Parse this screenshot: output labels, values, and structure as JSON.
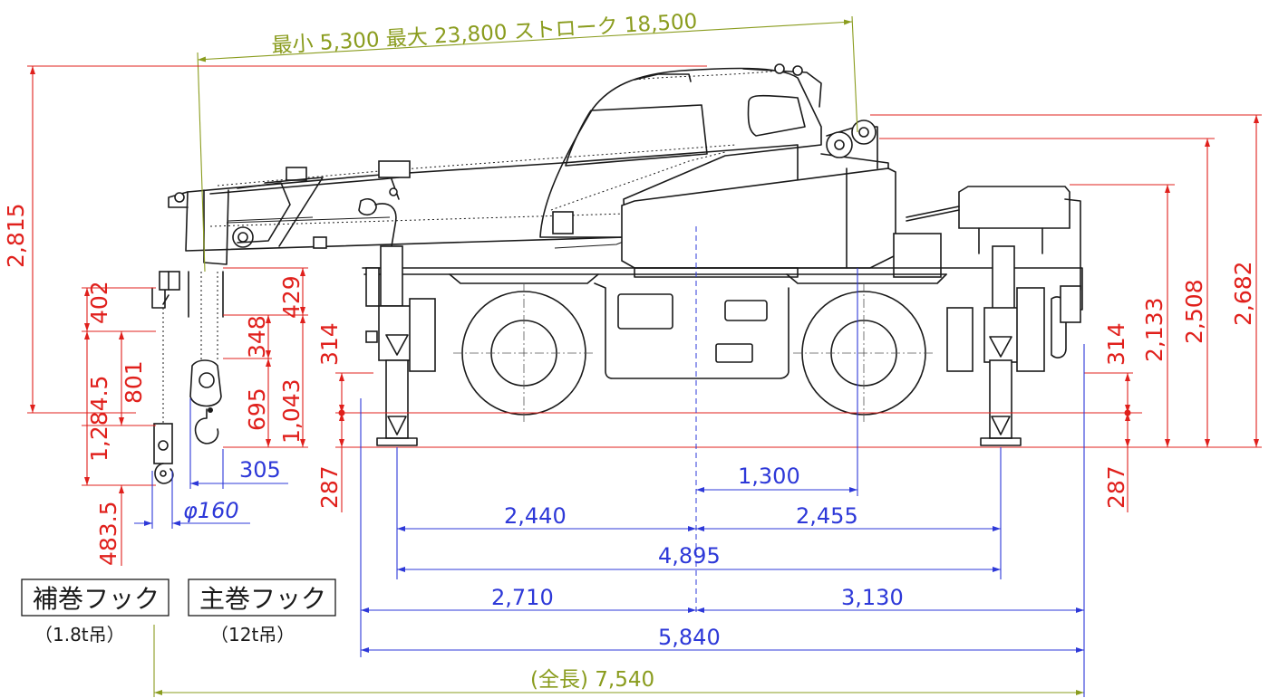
{
  "colors": {
    "red": "#e0201c",
    "blue": "#2d38d8",
    "olive": "#8a9c1e",
    "line": "#1a1a1a"
  },
  "top_label": "最小 5,300  最大 23,800  ストローク 18,500",
  "dims": {
    "height_2815": "2,815",
    "aux_402": "402",
    "aux_801": "801",
    "aux_1284": "1,284.5",
    "aux_483": "483.5",
    "main_429": "429",
    "main_348": "348",
    "main_695": "695",
    "main_1043": "1,043",
    "main_305": "305",
    "dia_160": "φ160",
    "front_314": "314",
    "front_287": "287",
    "rear_314": "314",
    "rear_287": "287",
    "h_2133": "2,133",
    "h_2508": "2,508",
    "h_2682": "2,682",
    "w_1300": "1,300",
    "w_2440": "2,440",
    "w_2455": "2,455",
    "w_4895": "4,895",
    "w_2710": "2,710",
    "w_3130": "3,130",
    "w_5840": "5,840",
    "total": "(全長) 7,540"
  },
  "labels": {
    "aux_hook": "補巻フック",
    "aux_hook_cap": "（1.8t吊）",
    "main_hook": "主巻フック",
    "main_hook_cap": "（12t吊）"
  }
}
